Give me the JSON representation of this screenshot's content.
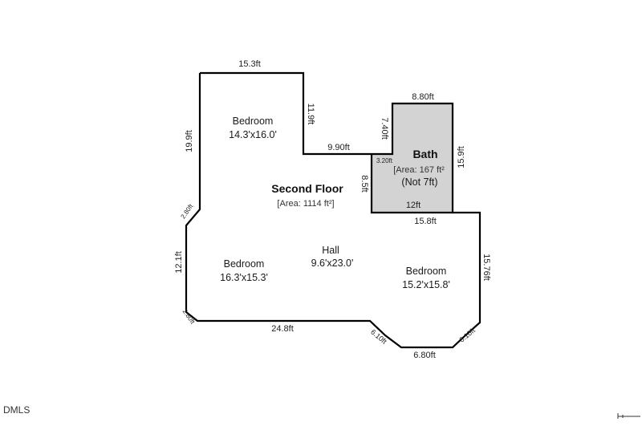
{
  "floor": {
    "title": "Second Floor",
    "area": "[Area: 1114 ft²]"
  },
  "bath": {
    "title": "Bath",
    "area": "[Area: 167 ft²",
    "note": "(Not 7ft)",
    "fill_color": "#d3d3d3"
  },
  "rooms": {
    "bedroom_top": {
      "name": "Bedroom",
      "size": "14.3'x16.0'"
    },
    "bedroom_left": {
      "name": "Bedroom",
      "size": "16.3'x15.3'"
    },
    "hall": {
      "name": "Hall",
      "size": "9.6'x23.0'"
    },
    "bedroom_right": {
      "name": "Bedroom",
      "size": "15.2'x15.8'"
    }
  },
  "dimensions": {
    "top": "15.3ft",
    "left_upper": "19.9ft",
    "inner_vertical": "11.9ft",
    "inner_horizontal": "9.90ft",
    "bath_top": "8.80ft",
    "bath_left_upper": "7.40ft",
    "bath_right": "15.9ft",
    "bath_notch": "3.20ft",
    "bath_left_lower": "8.5ft",
    "bath_bottom": "12ft",
    "below_bath": "15.8ft",
    "left_diag_upper": "2.80ft",
    "left_middle": "12.1ft",
    "left_diag_lower": "2.80ft",
    "bottom_left": "24.8ft",
    "bottom_diag_left": "6.10ft",
    "bottom_middle": "6.80ft",
    "bottom_diag_right": "6.10ft",
    "right": "15.76ft"
  },
  "footer": {
    "brand": "DMLS"
  }
}
